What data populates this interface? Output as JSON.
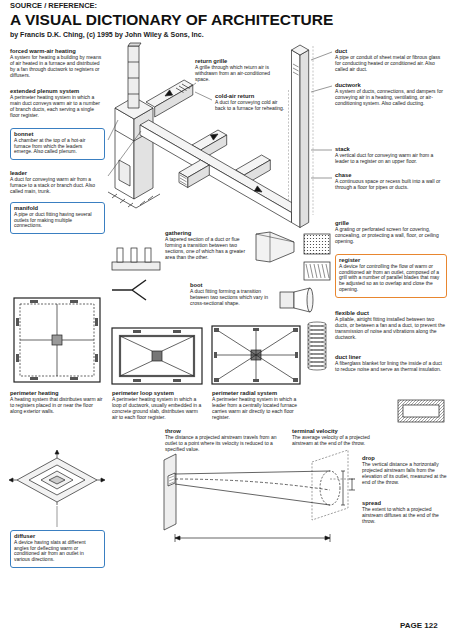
{
  "diagram": {
    "title": "A VISUAL DICTIONARY OF ARCHITECTURE",
    "nodes": [
      {
        "text": [
          "bonnet",
          "A chamber at the top of a hot-air furnace from which the leaders emerge. Also called plenum."
        ]
      },
      {
        "text": [
          "manifold",
          "A pipe or duct fitting having several outlets for making multiple connections."
        ]
      },
      {
        "text": [
          "register",
          "A device for controlling the flow of warm or conditioned air from an outlet, composed of a grill with a number of parallel blades that may be adjusted so as to overlap and close the opening."
        ]
      },
      {
        "text": [
          "diffuser",
          "A device having slats at different angles for deflecting warm or conditioned air from an outlet in various directions."
        ]
      }
    ],
    "labels": [
      "SOURCE / REFERENCE:",
      "by Francis D.K. Ching, (c) 1995 by John Wiley & Sons, Inc.",
      "forced warm-air heating",
      "A system for heating a building by means of air heated in a furnace and distributed by a fan through ductwork to registers or diffusers.",
      "extended plenum system",
      "A perimeter heating system in which a main duct conveys warm air to a number of branch ducts, each serving a single floor register.",
      "leader",
      "A duct for conveying warm air from a furnace to a stack or branch duct. Also called main, trunk.",
      "return grille",
      "A grille through which return air is withdrawn from an air-conditioned space.",
      "cold-air return",
      "A duct for conveying cold air back to a furnace for reheating.",
      "duct",
      "A pipe or conduit of sheet metal or fibrous glass for conducting heated or conditioned air. Also called air duct.",
      "ductwork",
      "A system of ducts, connections, and dampers for conveying air in a heating, ventilating, or air-conditioning system. Also called ducting.",
      "stack",
      "A vertical duct for conveying warm air from a leader to a register on an upper floor.",
      "chase",
      "A continuous space or recess built into a wall or through a floor for pipes or ducts.",
      "grille",
      "A grating or perforated screen for covering, concealing, or protecting a wall, floor, or ceiling opening.",
      "gathering",
      "A tapered section of a duct or flue forming a transition between two sections, one of which has a greater area than the other.",
      "boot",
      "A duct fitting forming a transition between two sections which vary in cross-sectional shape.",
      "flexible duct",
      "A pliable, airtight fitting installed between two ducts, or between a fan and a duct, to prevent the transmission of noise and vibrations along the ductwork.",
      "duct liner",
      "A fiberglass blanket for lining the inside of a duct to reduce noise and serve as thermal insulation.",
      "perimeter heating",
      "A heating system that distributes warm air to registers placed in or near the floor along exterior walls.",
      "perimeter loop system",
      "A perimeter heating system in which a loop of ductwork, usually embedded in a concrete ground slab, distributes warm air to each floor register.",
      "perimeter radial system",
      "A perimeter heating system in which a leader from a centrally located furnace carries warm air directly to each floor register.",
      "throw",
      "The distance a projected airstream travels from an outlet to a point where its velocity is reduced to a specified value.",
      "terminal velocity",
      "The average velocity of a projected airstream at the end of the throw.",
      "drop",
      "The vertical distance a horizontally projected airstream falls from the elevation of its outlet, measured at the end of the throw.",
      "spread",
      "The extent to which a projected airstream diffuses at the end of the throw.",
      "PAGE 122"
    ]
  }
}
